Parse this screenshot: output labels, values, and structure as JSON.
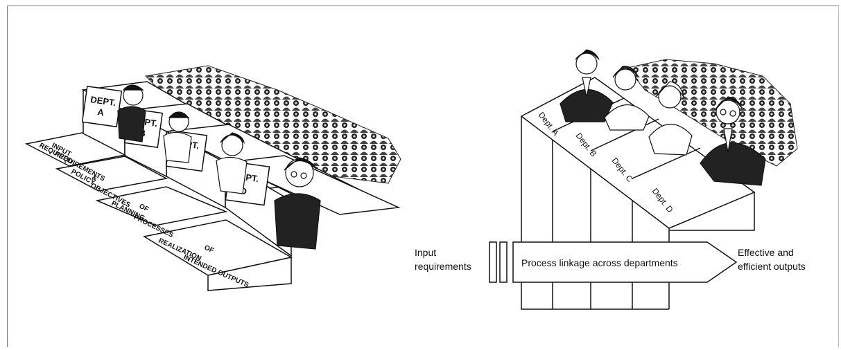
{
  "left_panel": {
    "dept_labels": [
      [
        "DEPT.",
        "A"
      ],
      [
        "DEPT.",
        "B"
      ],
      [
        "DEPT.",
        "C"
      ],
      [
        "DEPT.",
        "D"
      ]
    ],
    "stage_labels": [
      [
        "REQUIRED",
        "INPUT",
        "REQUIREMENTS"
      ],
      [
        "POLICY",
        "&",
        "OBJECTIVES"
      ],
      [
        "PLANNING",
        "OF",
        "PROCESSES"
      ],
      [
        "REALIZATION",
        "OF",
        "INTENDED OUTPUTS"
      ]
    ]
  },
  "right_panel": {
    "dept_labels": [
      "Dept. A",
      "Dept. B",
      "Dept. C",
      "Dept. D"
    ],
    "input_label": [
      "Input",
      "requirements"
    ],
    "arrow_label": "Process linkage across departments",
    "output_label": [
      "Effective and",
      "efficient outputs"
    ]
  }
}
